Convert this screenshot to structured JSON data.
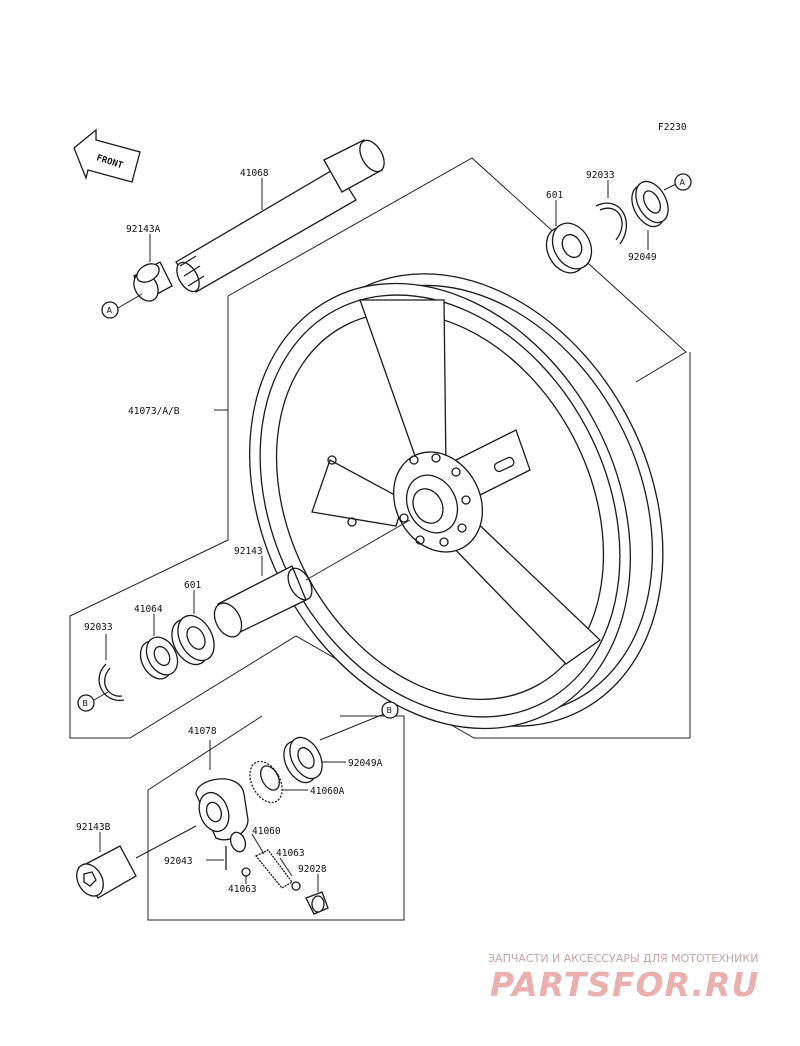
{
  "figure_code": "F2230",
  "front_marker": "FRONT",
  "part_numbers": {
    "axle": "41068",
    "collar_left": "92143A",
    "wheel": "41073/A/B",
    "bearing_right": "601",
    "circlip_right": "92033",
    "seal_right": "92049",
    "spacer": "92143",
    "bearing_left": "601",
    "retainer": "41064",
    "circlip_left": "92033",
    "gear_housing": "41078",
    "seal_left": "92049A",
    "drive_gear": "41060A",
    "collar_b": "92143B",
    "pinion": "41060",
    "pin": "92043",
    "shaft_a": "41063",
    "shaft_b": "41063",
    "bushing": "92028"
  },
  "callouts": {
    "a": "A",
    "b": "B"
  },
  "watermark": {
    "tagline": "ЗАПЧАСТИ И АКСЕССУАРЫ ДЛЯ МОТОТЕХНИКИ",
    "logo": "PARTSFOR.RU"
  }
}
